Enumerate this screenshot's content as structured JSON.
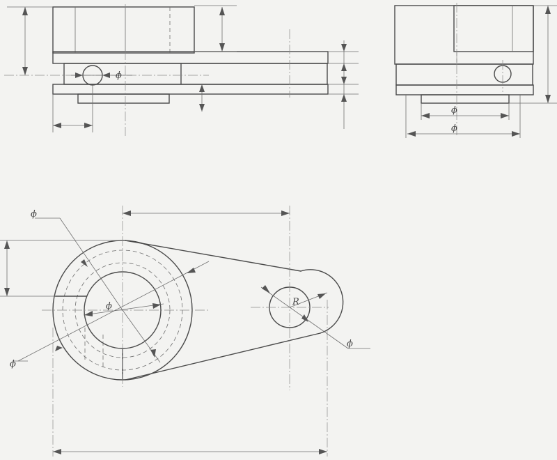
{
  "sheet": {
    "paper_color": "#f3f3f1",
    "line_color": "#4a4a4a",
    "symbols": {
      "front_bore": "ϕ",
      "side_inner": "ϕ",
      "side_outer": "ϕ",
      "plan_outer": "ϕ",
      "plan_inner": "ϕ",
      "plan_small_bore": "ϕ",
      "plan_ring": "ϕ",
      "plan_radius": "R"
    }
  }
}
